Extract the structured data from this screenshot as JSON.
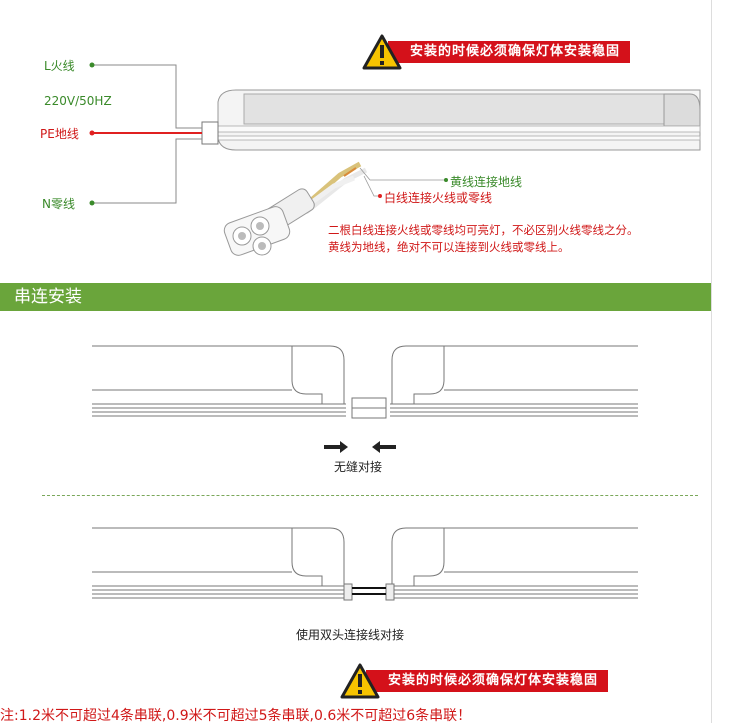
{
  "top": {
    "labels": {
      "live": "L火线",
      "voltage": "220V/50HZ",
      "earth": "PE地线",
      "neutral": "N零线"
    },
    "wire_labels": {
      "yellow": "黄线连接地线",
      "white": "白线连接火线或零线"
    },
    "info_lines": [
      "二根白线连接火线或零线均可亮灯，不必区别火线零线之分。",
      "黄线为地线，绝对不可以连接到火线或零线上。"
    ]
  },
  "warning_text": "安装的时候必须确保灯体安装稳固",
  "section_title": "串连安装",
  "captions": {
    "seamless": "无缝对接",
    "cable": "使用双头连接线对接"
  },
  "note": "注:1.2米不可超过4条串联,0.9米不可超过5条串联,0.6米不可超过6条串联！",
  "colors": {
    "accent_green": "#6aa53b",
    "warning_red": "#d4111a",
    "label_green": "#3a8a2a",
    "wire_red": "#e02020"
  }
}
